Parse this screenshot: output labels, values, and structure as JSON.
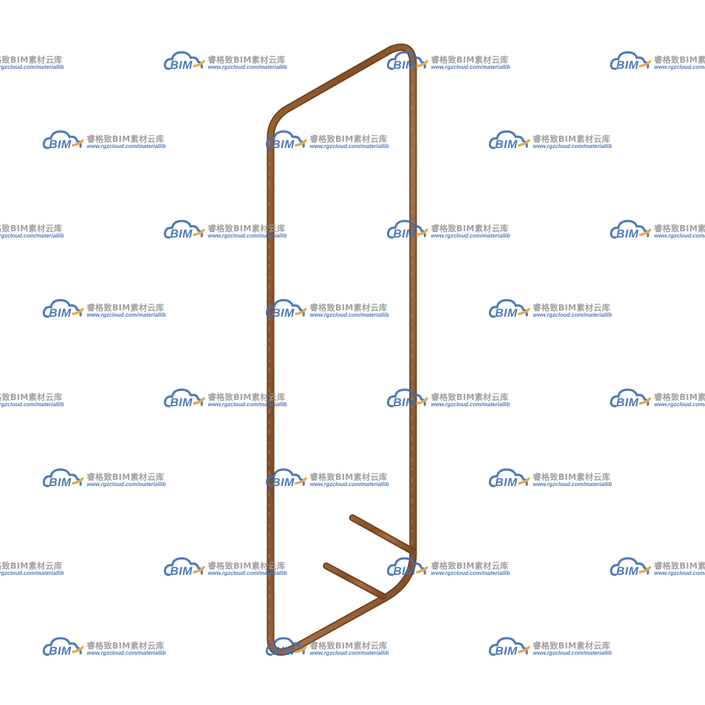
{
  "watermark": {
    "logo_text": "BIM",
    "brand": "睿格致BIM素材云库",
    "url": "www.rgzcloud.com/materiallib",
    "logo_blue": "#3f6fb2",
    "logo_orange": "#e8a23a",
    "text_gray": "#9a9a9a"
  },
  "object": {
    "icon": "rebar-stirrup-icon",
    "rust_color": "#8a5a2e"
  }
}
